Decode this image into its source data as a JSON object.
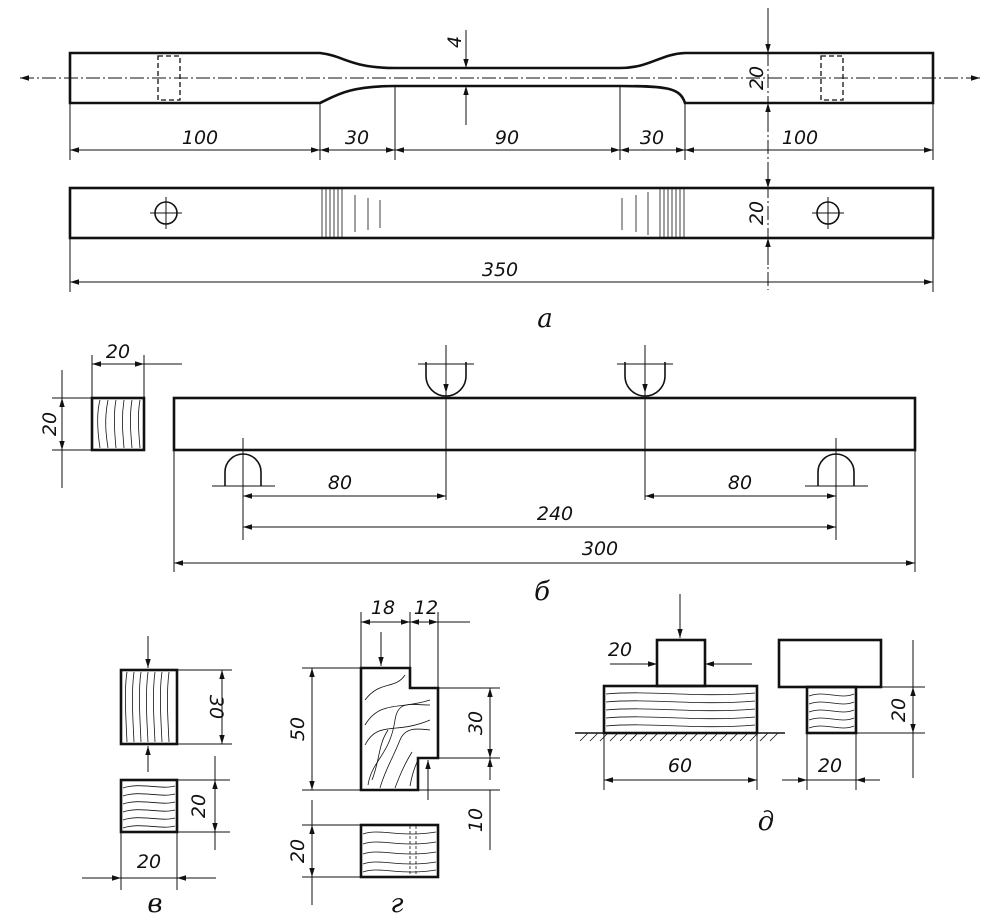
{
  "figure_a": {
    "caption": "а",
    "dims": {
      "grip_left": "100",
      "transition_left": "30",
      "gauge": "90",
      "transition_right": "30",
      "grip_right": "100",
      "neck": "4",
      "width_top": "20",
      "width_side": "20",
      "total": "350"
    }
  },
  "figure_b": {
    "caption": "б",
    "dims": {
      "section_w": "20",
      "section_h": "20",
      "load_left": "80",
      "load_right": "80",
      "span": "240",
      "total": "300"
    }
  },
  "figure_v": {
    "caption": "в",
    "dims": {
      "height_top": "30",
      "height_bottom": "20",
      "width": "20"
    }
  },
  "figure_g": {
    "caption": "г",
    "dims": {
      "w1": "18",
      "w2": "12",
      "h_total": "50",
      "h_right": "30",
      "h_low": "10",
      "thickness": "20"
    }
  },
  "figure_d": {
    "caption": "д",
    "dims": {
      "punch": "20",
      "base": "60",
      "height": "20",
      "width": "20"
    }
  }
}
